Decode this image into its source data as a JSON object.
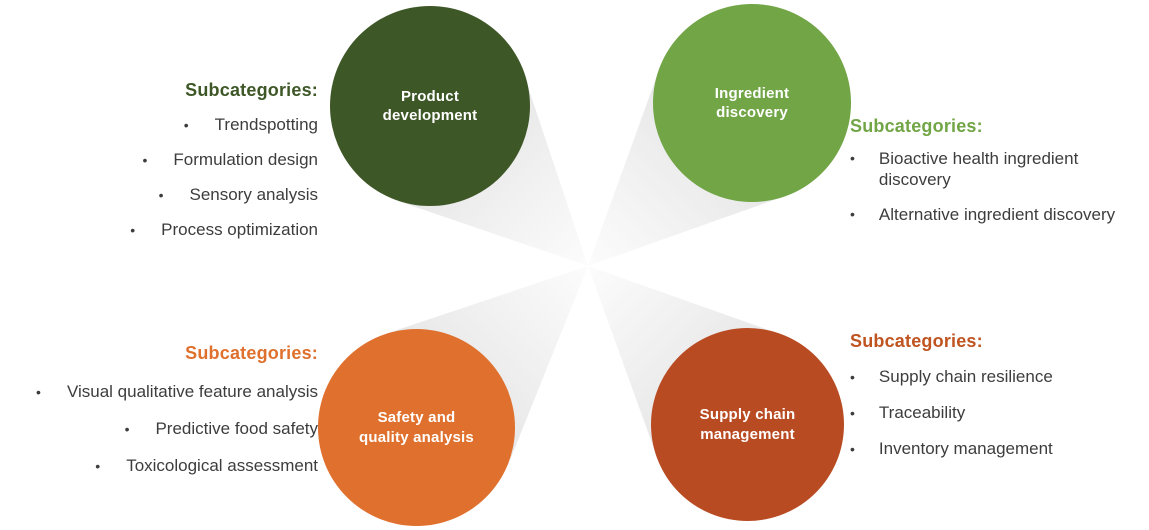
{
  "ui": {
    "bullet": "•"
  },
  "colors": {
    "product_circle": "#3e5727",
    "ingredient_circle": "#71a546",
    "safety_circle": "#e0702d",
    "supply_circle": "#b94b23",
    "rust_header": "#c05420",
    "list_text": "#3d3d3d",
    "ray_gray": "#e2e2e2"
  },
  "groups": [
    {
      "circle_label": "Product development",
      "header": "Subcategories:",
      "items": [
        "Trendspotting",
        "Formulation design",
        "Sensory analysis",
        "Process optimization"
      ]
    },
    {
      "circle_label": "Ingredient discovery",
      "header": "Subcategories:",
      "items": [
        "Bioactive health ingredient discovery",
        "Alternative ingredient discovery"
      ]
    },
    {
      "circle_label": "Safety and quality analysis",
      "header": "Subcategories:",
      "items": [
        "Visual qualitative feature analysis",
        "Predictive food safety",
        "Toxicological assessment"
      ]
    },
    {
      "circle_label": "Supply chain management",
      "header": "Subcategories:",
      "items": [
        "Supply chain resilience",
        "Traceability",
        "Inventory management"
      ]
    }
  ]
}
